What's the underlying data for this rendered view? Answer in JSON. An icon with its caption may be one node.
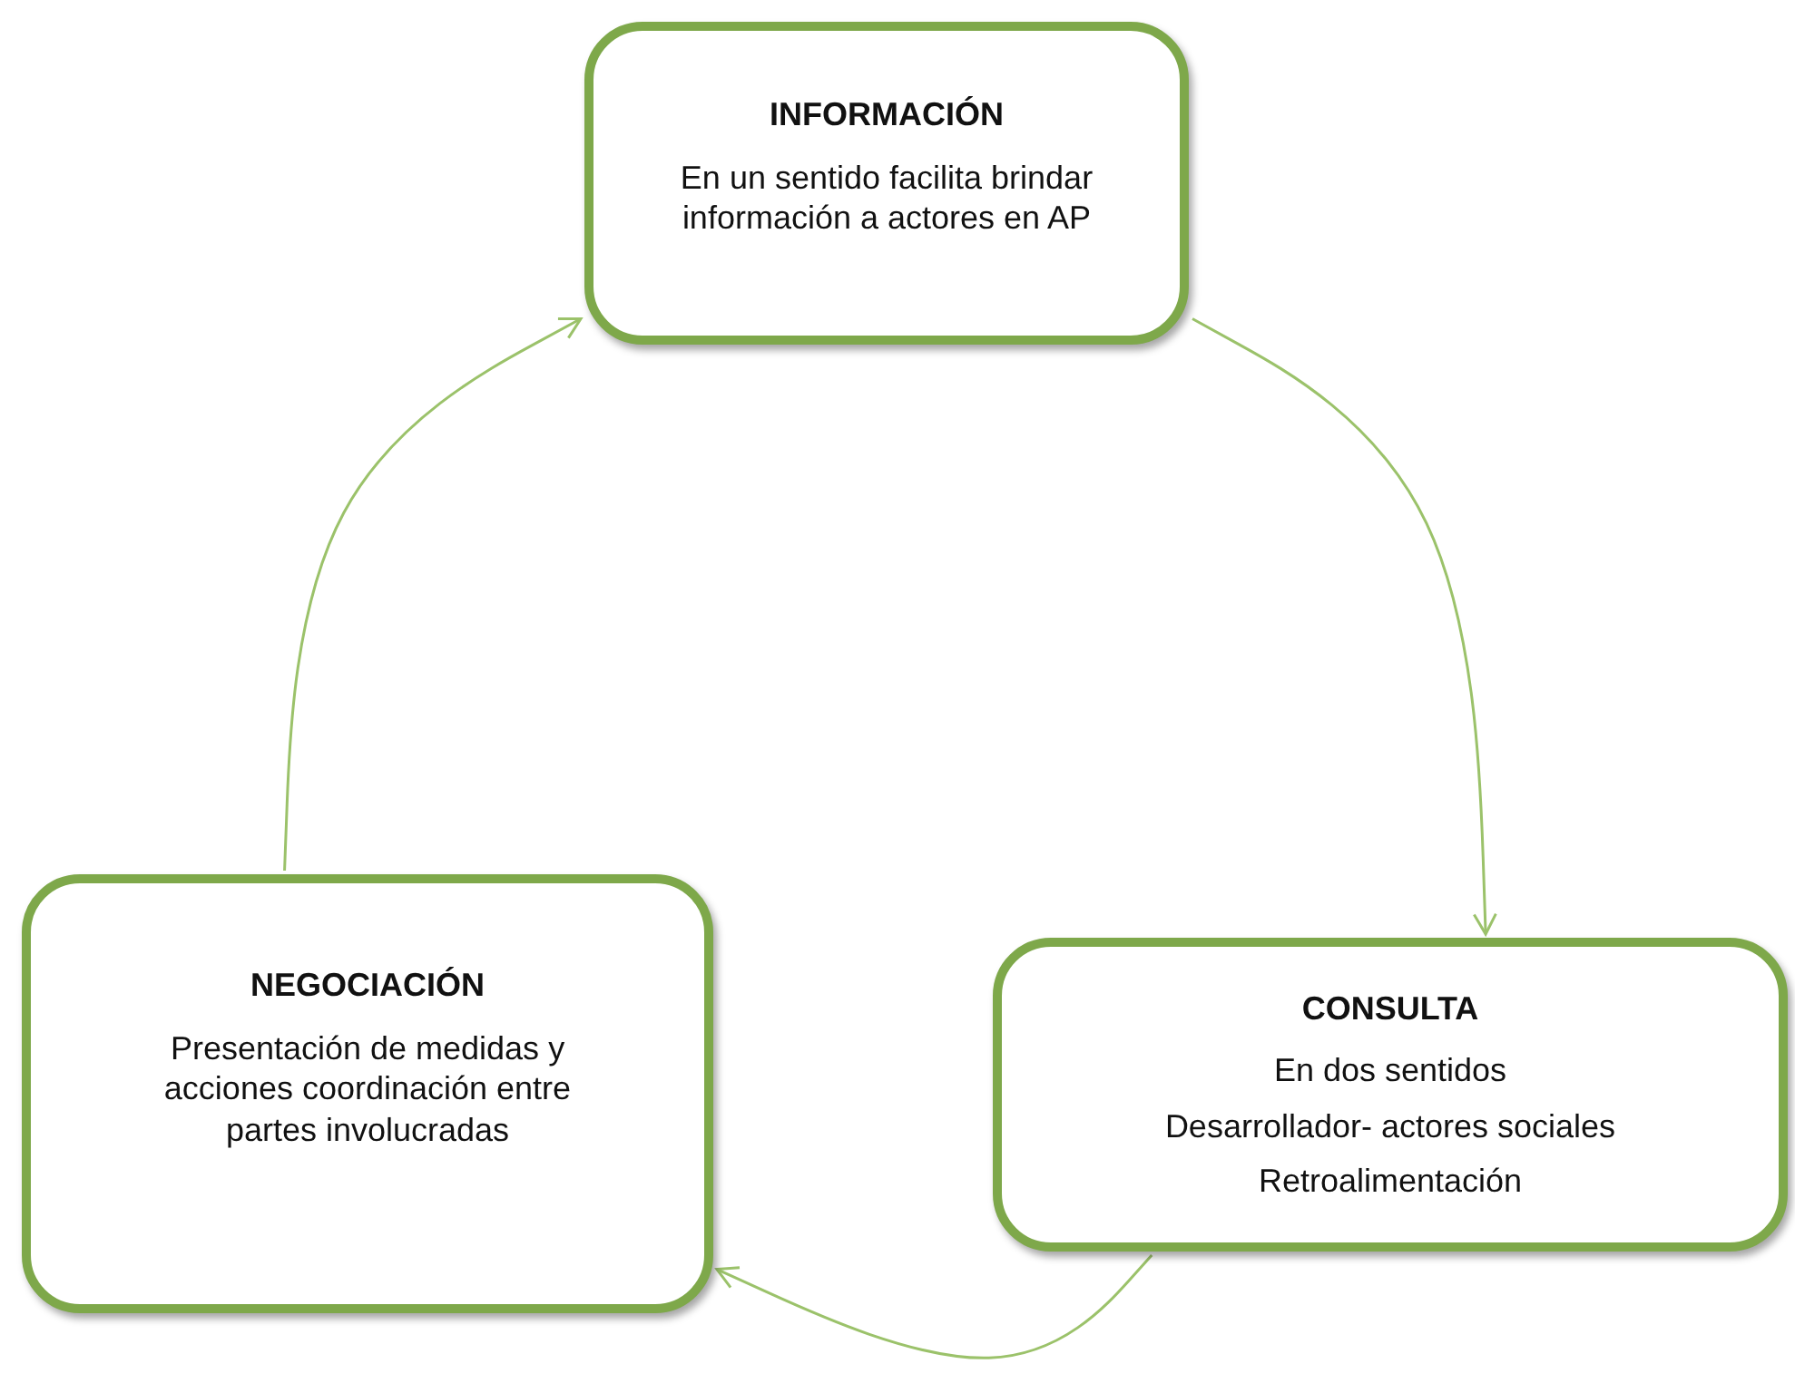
{
  "diagram": {
    "nodes": [
      {
        "text": [
          "INFORMACIÓN",
          "En un sentido facilita brindar información a actores en AP"
        ]
      },
      {
        "text": [
          "CONSULTA",
          "En dos sentidos",
          "Desarrollador- actores sociales",
          "Retroalimentación"
        ]
      },
      {
        "text": [
          "NEGOCIACIÓN",
          "Presentación de medidas y acciones coordinación entre partes involucradas"
        ]
      }
    ],
    "edges": [
      {
        "from": 0,
        "to": 1,
        "arrow": "to"
      },
      {
        "from": 1,
        "to": 2,
        "arrow": "to"
      },
      {
        "from": 2,
        "to": 0,
        "arrow": "to"
      }
    ]
  }
}
